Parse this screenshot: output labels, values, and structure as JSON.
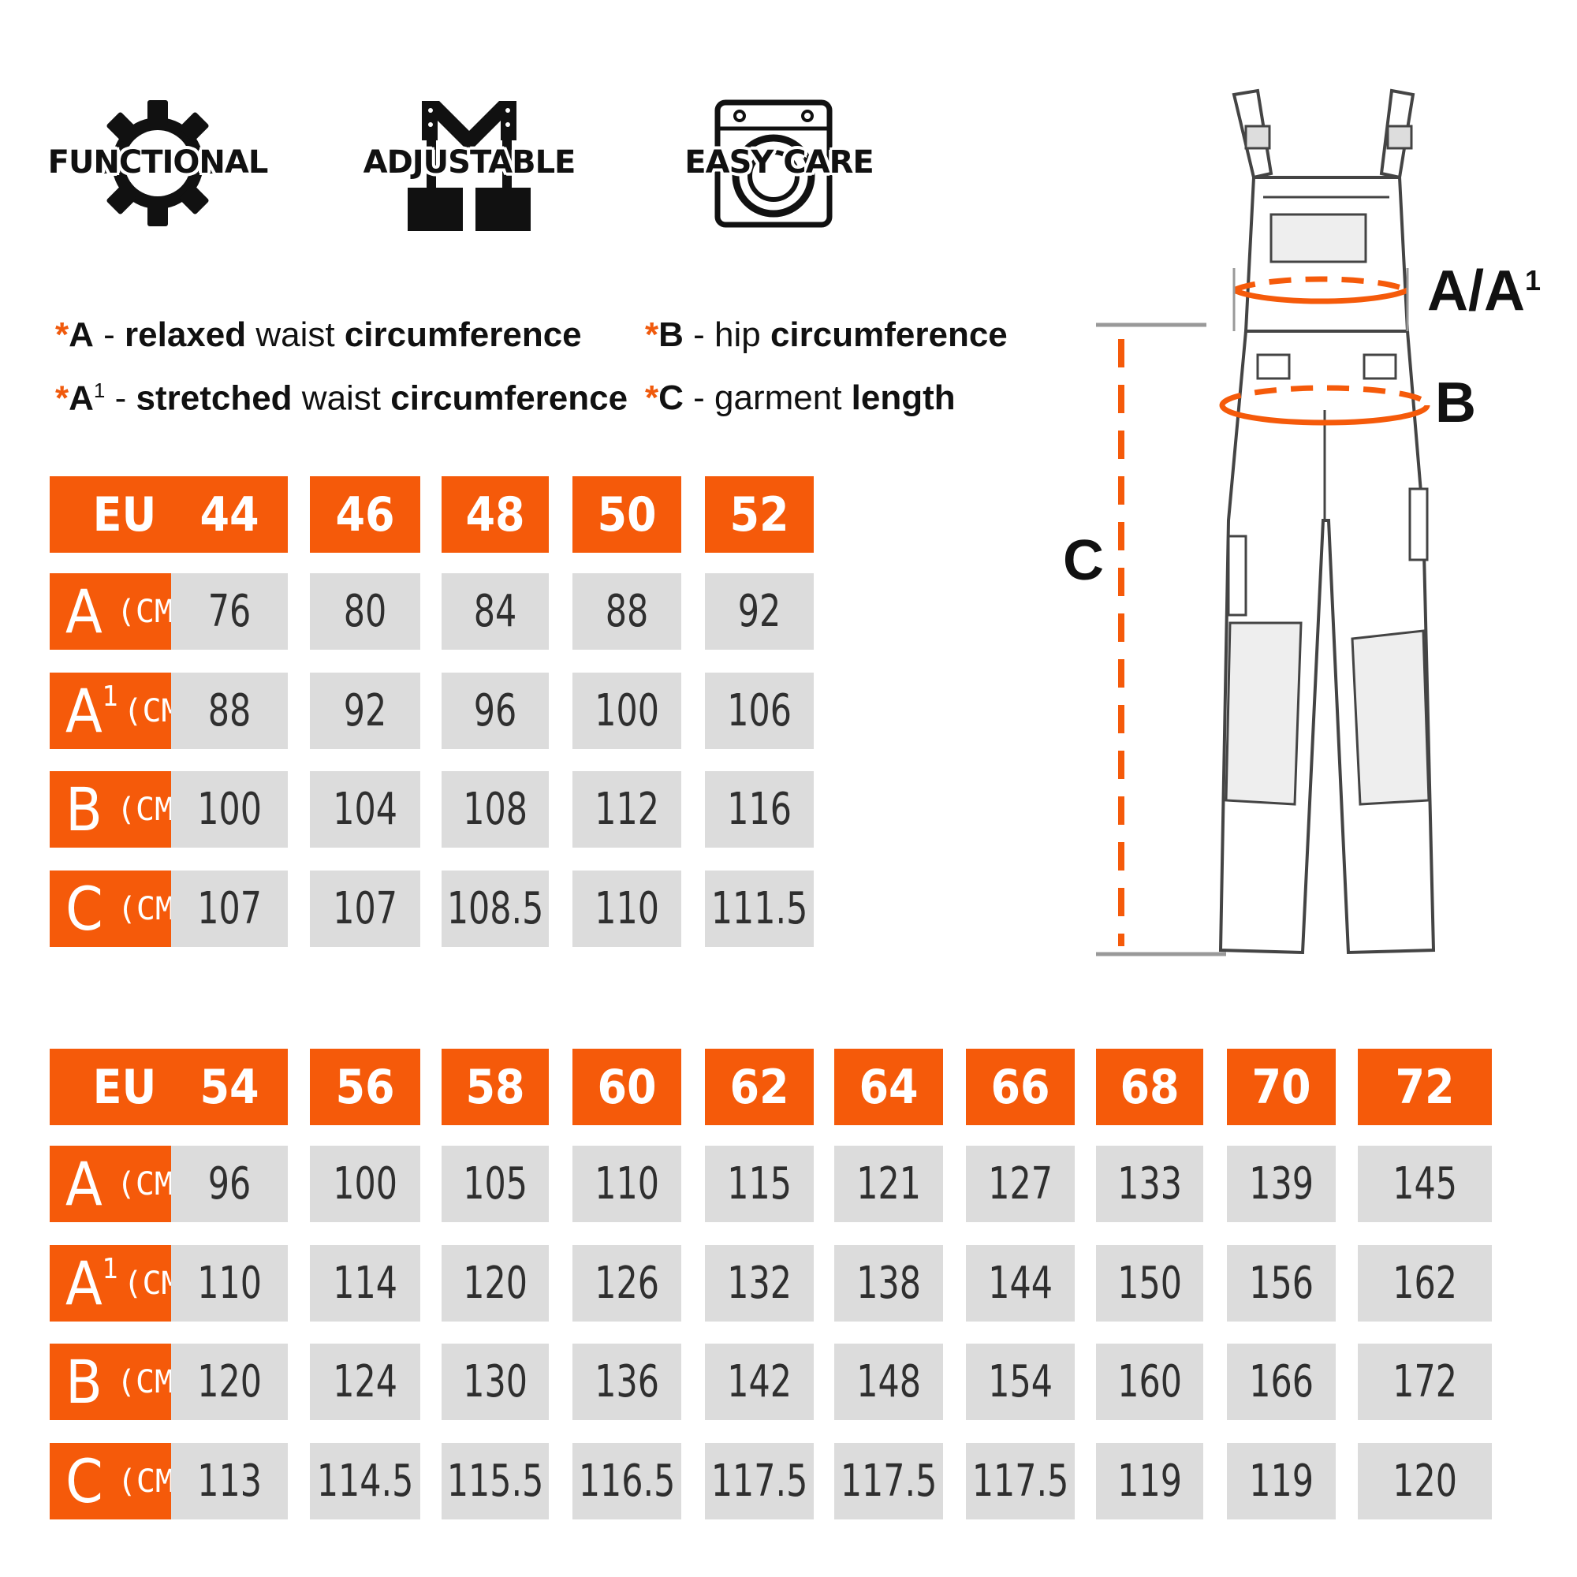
{
  "badges": [
    {
      "label": "FUNCTIONAL",
      "icon": "gear-icon"
    },
    {
      "label": "ADJUSTABLE",
      "icon": "suspenders-icon"
    },
    {
      "label": "EASY CARE",
      "icon": "washing-machine-icon"
    }
  ],
  "legend": {
    "a": {
      "key": "A",
      "text1": " - ",
      "b1": "relaxed",
      "text2": " waist ",
      "b2": "circumference"
    },
    "a1": {
      "key": "A",
      "sup": "1",
      "text1": " - ",
      "b1": "stretched",
      "text2": " waist ",
      "b2": "circumference"
    },
    "b": {
      "key": "B",
      "text1": " - hip ",
      "b1": "circumference"
    },
    "c": {
      "key": "C",
      "text1": " - garment ",
      "b1": "length"
    },
    "star": "*"
  },
  "diagram": {
    "label_a": "A/A",
    "label_a_sup": "1",
    "label_b": "B",
    "label_c": "C"
  },
  "table1": {
    "header": "EU",
    "sizes": [
      "44",
      "46",
      "48",
      "50",
      "52"
    ],
    "rows": [
      {
        "letter": "A",
        "sup": "",
        "unit": "(CM)",
        "values": [
          "76",
          "80",
          "84",
          "88",
          "92"
        ]
      },
      {
        "letter": "A",
        "sup": "1",
        "unit": "(CM)",
        "values": [
          "88",
          "92",
          "96",
          "100",
          "106"
        ]
      },
      {
        "letter": "B",
        "sup": "",
        "unit": "(CM)",
        "values": [
          "100",
          "104",
          "108",
          "112",
          "116"
        ]
      },
      {
        "letter": "C",
        "sup": "",
        "unit": "(CM)",
        "values": [
          "107",
          "107",
          "108.5",
          "110",
          "111.5"
        ]
      }
    ]
  },
  "table2": {
    "header": "EU",
    "sizes": [
      "54",
      "56",
      "58",
      "60",
      "62",
      "64",
      "66",
      "68",
      "70",
      "72"
    ],
    "rows": [
      {
        "letter": "A",
        "sup": "",
        "unit": "(CM)",
        "values": [
          "96",
          "100",
          "105",
          "110",
          "115",
          "121",
          "127",
          "133",
          "139",
          "145"
        ]
      },
      {
        "letter": "A",
        "sup": "1",
        "unit": "(CM)",
        "values": [
          "110",
          "114",
          "120",
          "126",
          "132",
          "138",
          "144",
          "150",
          "156",
          "162"
        ]
      },
      {
        "letter": "B",
        "sup": "",
        "unit": "(CM)",
        "values": [
          "120",
          "124",
          "130",
          "136",
          "142",
          "148",
          "154",
          "160",
          "166",
          "172"
        ]
      },
      {
        "letter": "C",
        "sup": "",
        "unit": "(CM)",
        "values": [
          "113",
          "114.5",
          "115.5",
          "116.5",
          "117.5",
          "117.5",
          "117.5",
          "119",
          "119",
          "120"
        ]
      }
    ]
  },
  "colors": {
    "accent": "#f55a0a",
    "cell": "#dcdcdc",
    "text": "#111111"
  }
}
